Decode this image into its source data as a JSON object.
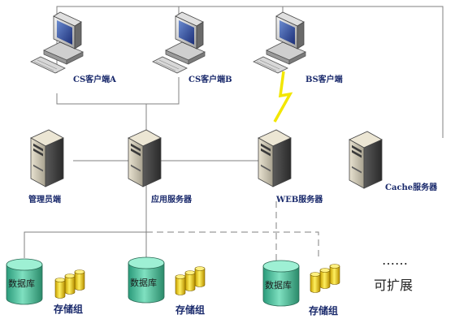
{
  "clients": {
    "cs_a": "CS客户端A",
    "cs_b": "CS客户端B",
    "bs": "BS客户端"
  },
  "servers": {
    "admin": "管理员端",
    "app": "应用服务器",
    "web": "WEB服务器",
    "cache": "Cache服务器"
  },
  "storage": [
    {
      "db": "数据库",
      "group": "存储组"
    },
    {
      "db": "数据库",
      "group": "存储组"
    },
    {
      "db": "数据库",
      "group": "存储组"
    }
  ],
  "expand": {
    "ellipsis": "……",
    "label": "可扩展"
  },
  "colors": {
    "link": "#808080",
    "wireless": "#f2e600",
    "db_body": "#4dc0a0",
    "cylinder": "#f2d020",
    "label": "#1a2a6c"
  }
}
